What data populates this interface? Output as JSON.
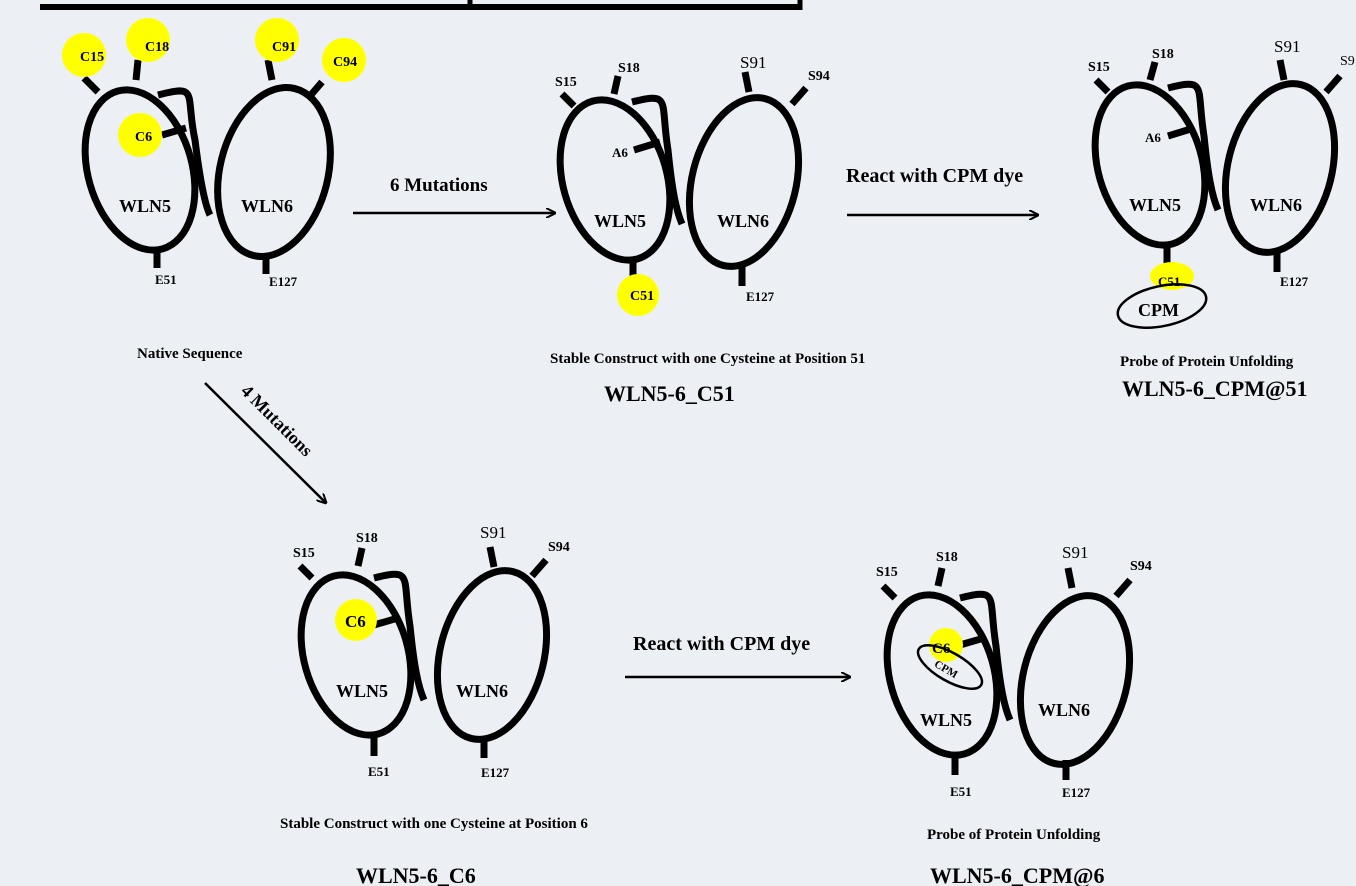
{
  "colors": {
    "background": "#eceff4",
    "highlight": "#ffff00",
    "stroke": "#000000"
  },
  "arrows": {
    "mut6": "6 Mutations",
    "mut4": "4 Mutations",
    "cpm_top": "React with CPM dye",
    "cpm_bottom": "React with CPM dye"
  },
  "native": {
    "caption": "Native Sequence",
    "domain_a": "WLN5",
    "domain_b": "WLN6",
    "c15": "C15",
    "c18": "C18",
    "c6": "C6",
    "c91": "C91",
    "c94": "C94",
    "e51": "E51",
    "e127": "E127"
  },
  "c51": {
    "caption": "Stable Construct with one Cysteine at Position 51",
    "name": "WLN5-6_C51",
    "domain_a": "WLN5",
    "domain_b": "WLN6",
    "s15": "S15",
    "s18": "S18",
    "a6": "A6",
    "s91": "S91",
    "s94": "S94",
    "c51": "C51",
    "e127": "E127"
  },
  "cpm51": {
    "caption": "Probe of Protein Unfolding",
    "name": "WLN5-6_CPM@51",
    "domain_a": "WLN5",
    "domain_b": "WLN6",
    "s15": "S15",
    "s18": "S18",
    "a6": "A6",
    "s91": "S91",
    "s94": "S9",
    "c51": "C51",
    "cpm": "CPM",
    "e127": "E127"
  },
  "c6": {
    "caption": "Stable Construct with one Cysteine at Position 6",
    "name": "WLN5-6_C6",
    "domain_a": "WLN5",
    "domain_b": "WLN6",
    "s15": "S15",
    "s18": "S18",
    "c6": "C6",
    "s91": "S91",
    "s94": "S94",
    "e51": "E51",
    "e127": "E127"
  },
  "cpm6": {
    "caption": "Probe of Protein Unfolding",
    "name": "WLN5-6_CPM@6",
    "domain_a": "WLN5",
    "domain_b": "WLN6",
    "s15": "S15",
    "s18": "S18",
    "c6": "C6",
    "cpm": "CPM",
    "s91": "S91",
    "s94": "S94",
    "e51": "E51",
    "e127": "E127"
  }
}
